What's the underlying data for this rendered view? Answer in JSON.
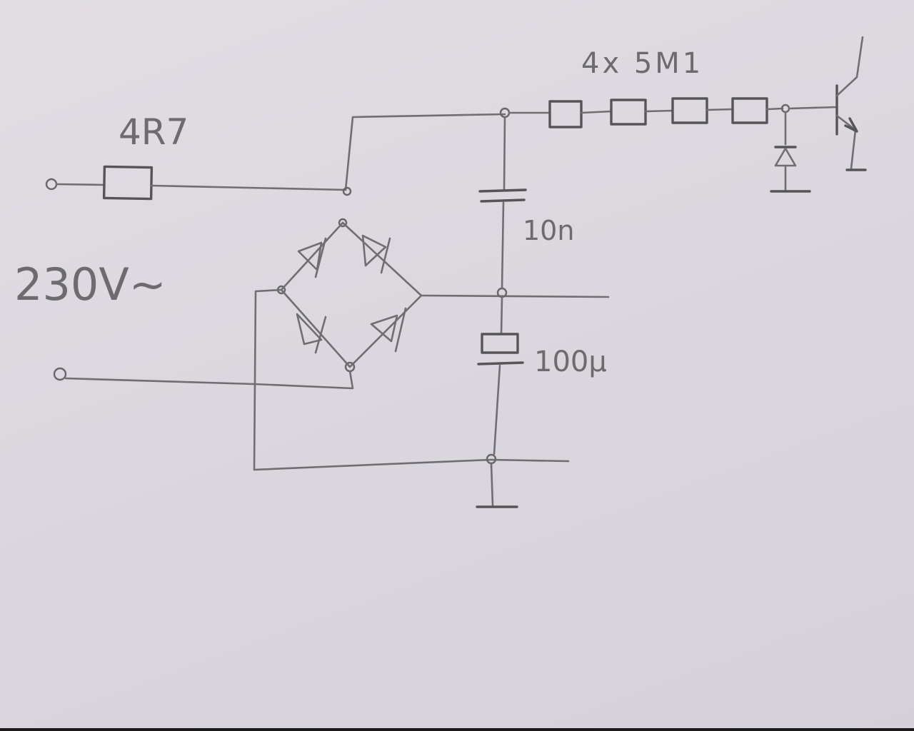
{
  "labels": {
    "input_resistor": "4R7",
    "supply_voltage": "230V~",
    "resistor_chain": "4x 5M1",
    "film_capacitor": "10n",
    "electrolytic_capacitor": "100µ"
  }
}
